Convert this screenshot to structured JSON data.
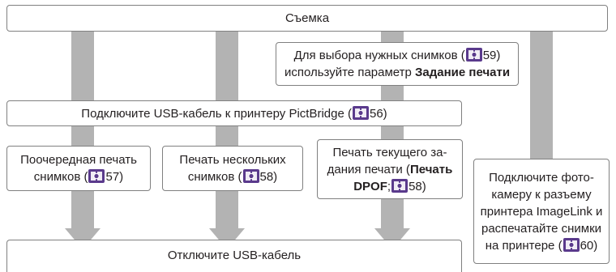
{
  "shooting": "Съемка",
  "select_images": {
    "line1_prefix": "Для выбора нужных снимков (",
    "line1_page": "59)",
    "line2_prefix": "используйте параметр ",
    "line2_bold": "Задание печати"
  },
  "connect_usb": {
    "prefix": "Подключите USB-кабель к принтеру PictBridge (",
    "page": "56)"
  },
  "print_one": {
    "line1": "Поочередная печать",
    "line2_prefix": "снимков (",
    "page": "57)"
  },
  "print_multi": {
    "line1": "Печать нескольких",
    "line2_prefix": "снимков (",
    "page": "58)"
  },
  "print_dpof": {
    "line1": "Печать текущего за-",
    "line2_prefix": "дания печати (",
    "line2_bold": "Печать",
    "line3_bold": "DPOF",
    "line3_sep": ";",
    "page": "58)"
  },
  "imagelink": {
    "line1": "Подключите фото-",
    "line2": "камеру к разъему",
    "line3": "принтера ImageLink и",
    "line4": "распечатайте снимки",
    "line5_prefix": "на принтере (",
    "page": "60)"
  },
  "disconnect_usb": "Отключите USB-кабель",
  "icon_name": "page-reference-icon",
  "colors": {
    "arrow": "#b3b3b3",
    "border": "#808080",
    "icon": "#5a3a8c"
  }
}
